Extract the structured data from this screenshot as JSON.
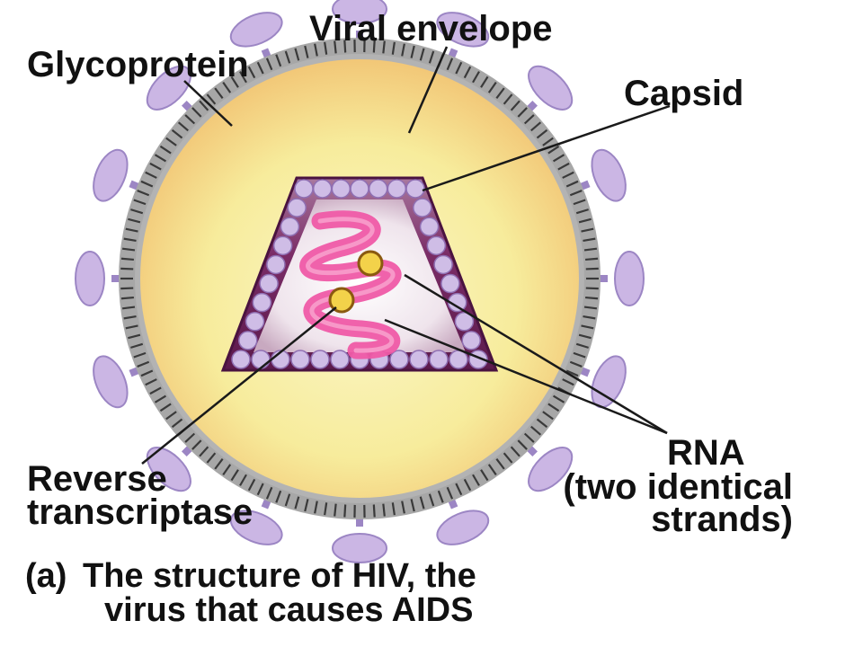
{
  "labels": {
    "glycoprotein": "Glycoprotein",
    "viral_envelope": "Viral envelope",
    "capsid": "Capsid",
    "rna": "RNA",
    "rna_sub1": "(two identical",
    "rna_sub2": "strands)",
    "rt_line1": "Reverse",
    "rt_line2": "transcriptase"
  },
  "caption": {
    "marker": "(a)",
    "line1": "The structure of HIV, the",
    "line2": "virus that causes AIDS"
  },
  "colors": {
    "glycoprotein": "#cbb6e4",
    "glycoprotein_stroke": "#9c86c4",
    "envelope": "#a7a7a7",
    "envelope_dash": "#3a3a3a",
    "core_yellow": "#f7ec9c",
    "core_orange": "#f2c777",
    "capsid_outer": "#6b1f57",
    "capsid_inner": "#f4eef2",
    "capsid_bead": "#cfbde6",
    "rna": "#ef5aa6",
    "enzyme": "#f3d24a"
  }
}
